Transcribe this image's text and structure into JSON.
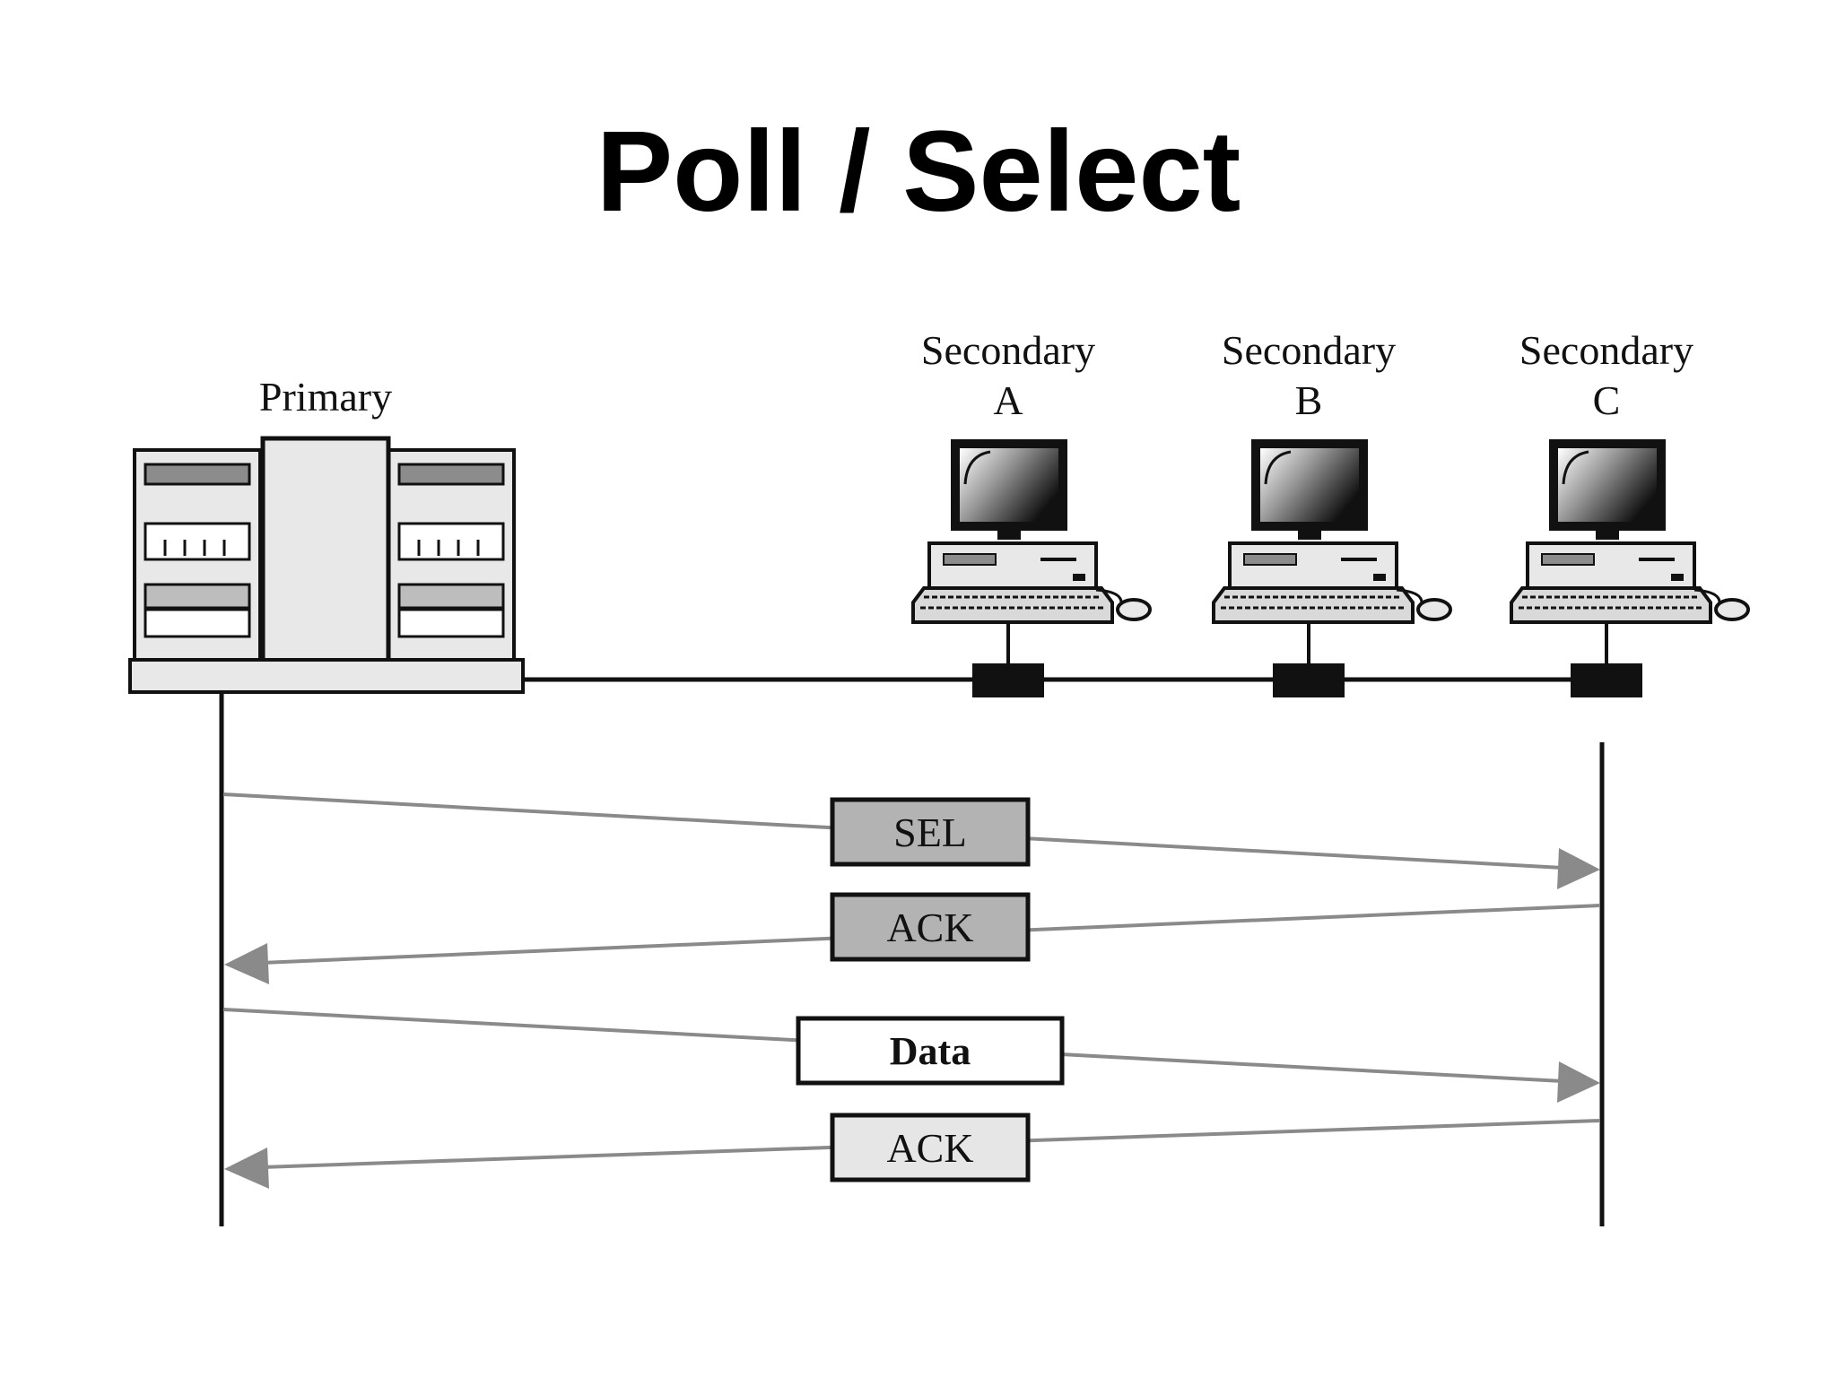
{
  "title": "Poll / Select",
  "stations": {
    "primary": {
      "label": "Primary"
    },
    "secondaries": [
      {
        "line1": "Secondary",
        "line2": "A"
      },
      {
        "line1": "Secondary",
        "line2": "B"
      },
      {
        "line1": "Secondary",
        "line2": "C"
      }
    ]
  },
  "messages": [
    {
      "label": "SEL",
      "direction": "to-secondary",
      "fill": "#b3b3b3"
    },
    {
      "label": "ACK",
      "direction": "to-primary",
      "fill": "#b3b3b3"
    },
    {
      "label": "Data",
      "direction": "to-secondary",
      "fill": "#ffffff"
    },
    {
      "label": "ACK",
      "direction": "to-primary",
      "fill": "#e6e6e6"
    }
  ],
  "colors": {
    "arrow": "#8a8a8a",
    "line": "#111111",
    "panel": "#e8e8e8"
  }
}
